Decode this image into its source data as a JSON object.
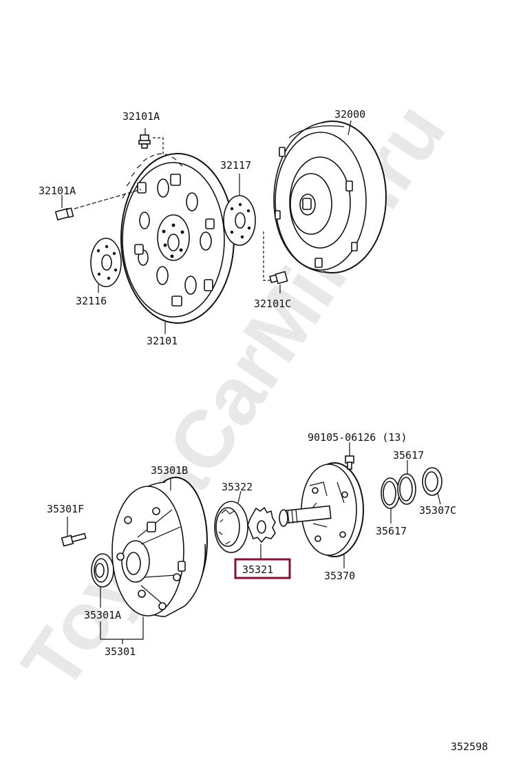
{
  "watermark": "ToyotaCarMine.ru",
  "labels": {
    "p32101A_top": "32101A",
    "p32000": "32000",
    "p32117": "32117",
    "p32101A_left": "32101A",
    "p32116": "32116",
    "p32101C": "32101C",
    "p32101": "32101",
    "p90105": "90105-06126 (13)",
    "p35617_top": "35617",
    "p35301B": "35301B",
    "p35322": "35322",
    "p35301F": "35301F",
    "p35307C": "35307C",
    "p35617_bottom": "35617",
    "p35321": "35321",
    "p35370": "35370",
    "p35301A": "35301A",
    "p35301": "35301",
    "diagram_number": "352598"
  },
  "highlight": {
    "part": "35321",
    "color": "#8b0d2d"
  }
}
